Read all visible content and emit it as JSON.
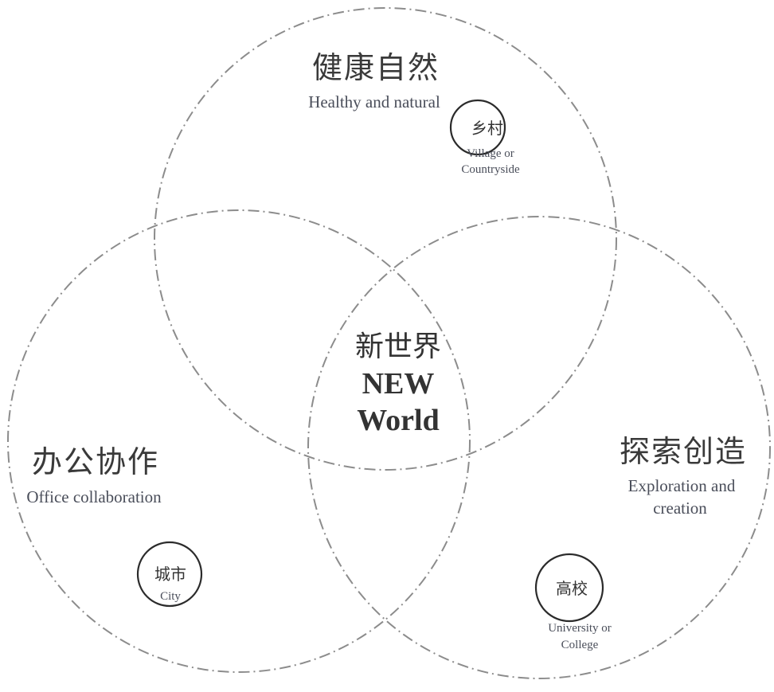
{
  "center": {
    "cn": "新世界",
    "en_line1": "NEW",
    "en_line2": "World"
  },
  "circles": {
    "top": {
      "cn": "健康自然",
      "en": "Healthy and natural",
      "badge": {
        "cn": "乡村",
        "en_line1": "Village or",
        "en_line2": "Countryside"
      }
    },
    "left": {
      "cn": "办公协作",
      "en": "Office collaboration",
      "badge": {
        "cn": "城市",
        "en_line1": "City"
      }
    },
    "right": {
      "cn": "探索创造",
      "en_line1": "Exploration and",
      "en_line2": "creation",
      "badge": {
        "cn": "高校",
        "en_line1": "University or",
        "en_line2": "College"
      }
    }
  },
  "colors": {
    "circle_stroke": "#8c8c8c",
    "badge_stroke": "#2b2b2b",
    "text_dark": "#333333",
    "text_sub": "#4a4e5a"
  }
}
